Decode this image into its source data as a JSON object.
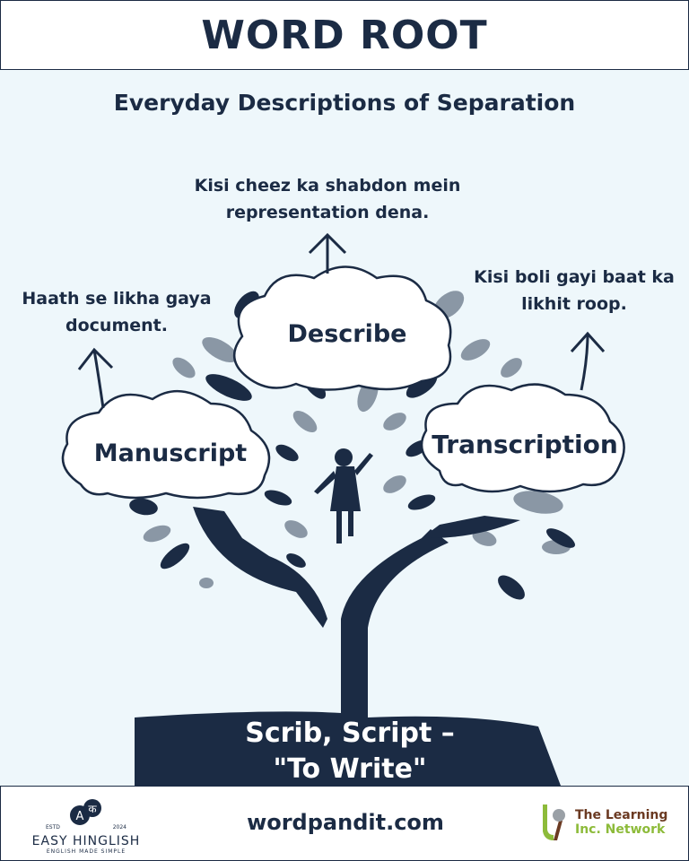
{
  "header": {
    "title": "WORD ROOT"
  },
  "subtitle": "Everyday Descriptions of Separation",
  "words": [
    {
      "word": "Describe",
      "meaning": "Kisi cheez ka shabdon mein representation dena."
    },
    {
      "word": "Manuscript",
      "meaning": "Haath se likha gaya document."
    },
    {
      "word": "Transcription",
      "meaning": "Kisi boli gayi baat ka likhit roop."
    }
  ],
  "root": {
    "line1": "Scrib, Script –",
    "line2": "\"To Write\""
  },
  "footer": {
    "site": "wordpandit.com",
    "left_logo": {
      "name": "EASY HINGLISH",
      "tagline": "ENGLISH MADE SIMPLE",
      "estd": "ESTD",
      "year": "2024",
      "glyph_a": "A",
      "glyph_k": "क"
    },
    "right_logo": {
      "line1": "The Learning",
      "line2": "Inc. Network"
    }
  },
  "colors": {
    "navy": "#1b2b44",
    "background": "#eef7fb",
    "leaf_gray": "#8a97a5"
  }
}
